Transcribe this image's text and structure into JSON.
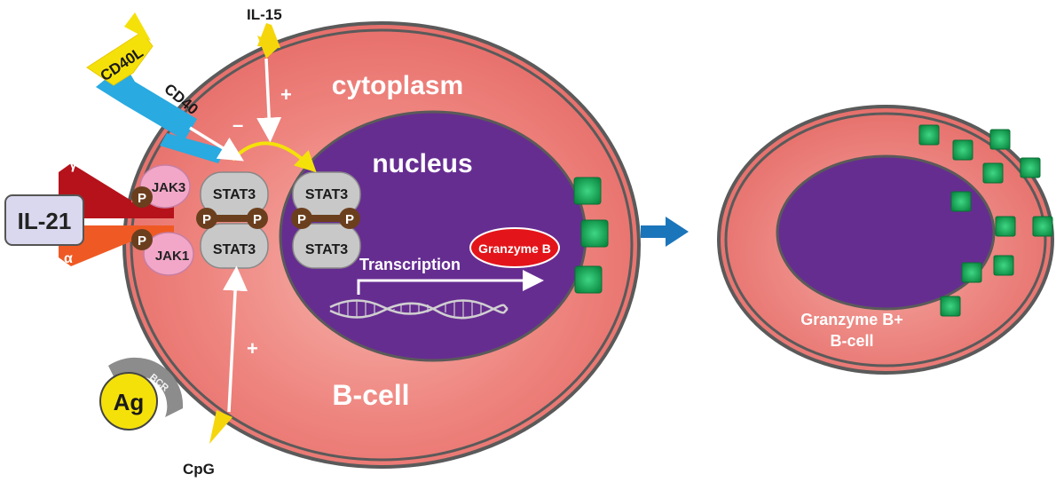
{
  "labels": {
    "il15": "IL-15",
    "cd40l": "CD40L",
    "cd40": "CD40",
    "cytoplasm": "cytoplasm",
    "nucleus": "nucleus",
    "il21": "IL-21",
    "gamma_c": "γc",
    "alpha": "α",
    "jak3": "JAK3",
    "jak1": "JAK1",
    "p": "P",
    "stat3": "STAT3",
    "plus": "+",
    "minus": "–",
    "transcription": "Transcription",
    "granzyme_b": "Granzyme B",
    "b_cell": "B-cell",
    "ag": "Ag",
    "bcr": "BCR",
    "cpg": "CpG",
    "granzyme_b_plus": "Granzyme B+",
    "b_cell_2": "B-cell"
  },
  "colors": {
    "cell_fill": "#e8706c",
    "cell_center": "#f5a6a0",
    "membrane": "#5a5a5a",
    "nucleus": "#662d91",
    "stat": "#c8c8c8",
    "phospho": "#6b3f1e",
    "jak": "#f2a7c8",
    "granzyme": "#e3151a",
    "granule": "#0f9a4c",
    "arrow_blue": "#1b75bb",
    "yellow": "#f5e10a",
    "cd40": "#29aae1",
    "receptor_red": "#b5121b",
    "receptor_orange": "#ef5a24",
    "il21_box": "#d9d8ee"
  }
}
